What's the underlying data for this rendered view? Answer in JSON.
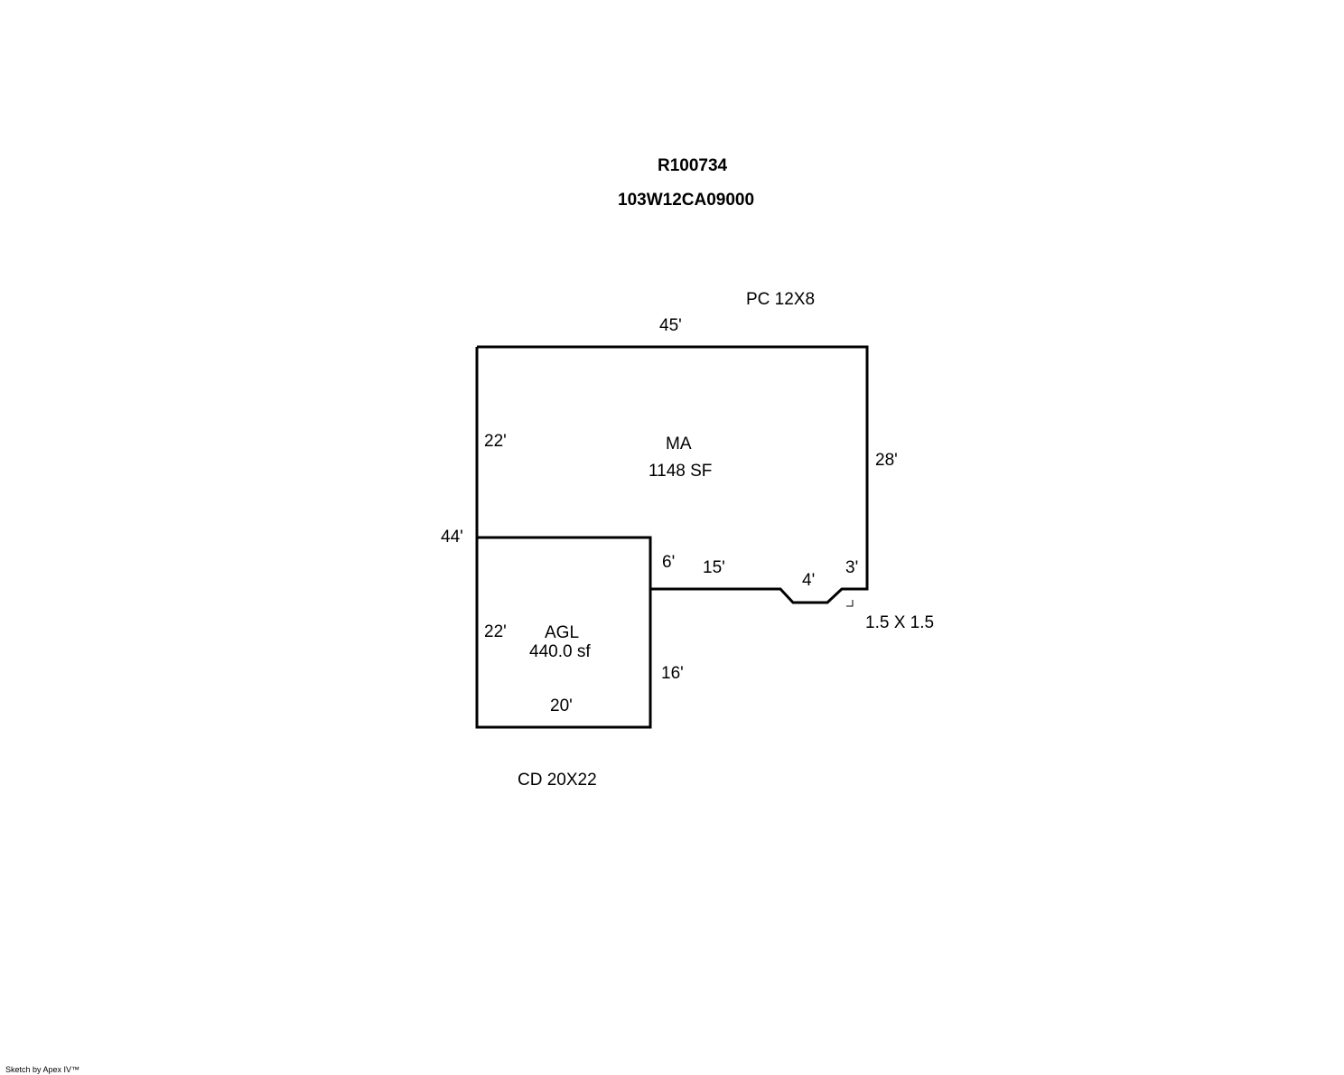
{
  "header": {
    "account": "R100734",
    "map_tax_lot": "103W12CA09000"
  },
  "labels": {
    "pc": "PC 12X8",
    "top_dim": "45'",
    "left_upper_dim": "22'",
    "right_dim": "28'",
    "left_outer_dim": "44'",
    "garage_top_dim": "6'",
    "mid_dim": "15'",
    "bay_dim": "4'",
    "corner_dim": "3'",
    "small_dim": "1.5 X 1.5",
    "garage_left_dim": "22'",
    "garage_right_dim": "16'",
    "garage_bottom_dim": "20'",
    "cd": "CD 20X22"
  },
  "areas": {
    "main": {
      "code": "MA",
      "area": "1148 SF"
    },
    "garage": {
      "code": "AGL",
      "area": "440.0 sf"
    }
  },
  "footer": {
    "credit": "Sketch by Apex IV™"
  }
}
